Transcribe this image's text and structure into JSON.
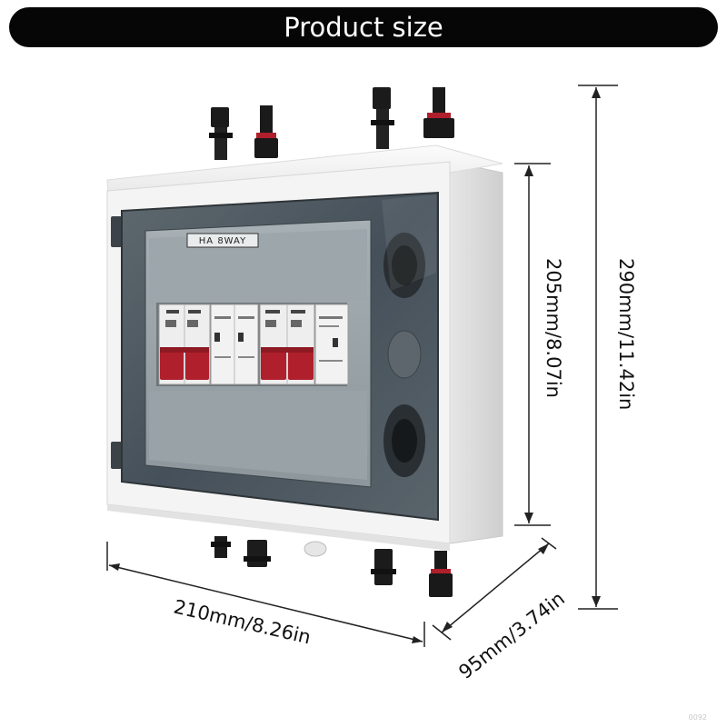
{
  "header": {
    "title": "Product size"
  },
  "product": {
    "label_tag": "HA 8WAY"
  },
  "dimensions": {
    "width": "210mm/8.26in",
    "depth": "95mm/3.74in",
    "inner_height": "205mm/8.07in",
    "total_height": "290mm/11.42in"
  },
  "watermark": "0092",
  "colors": {
    "title_bar": "#060606",
    "breaker_red": "#b0202c",
    "enclosure": "#f2f2f2",
    "cover_tint": "#4f5a60"
  }
}
